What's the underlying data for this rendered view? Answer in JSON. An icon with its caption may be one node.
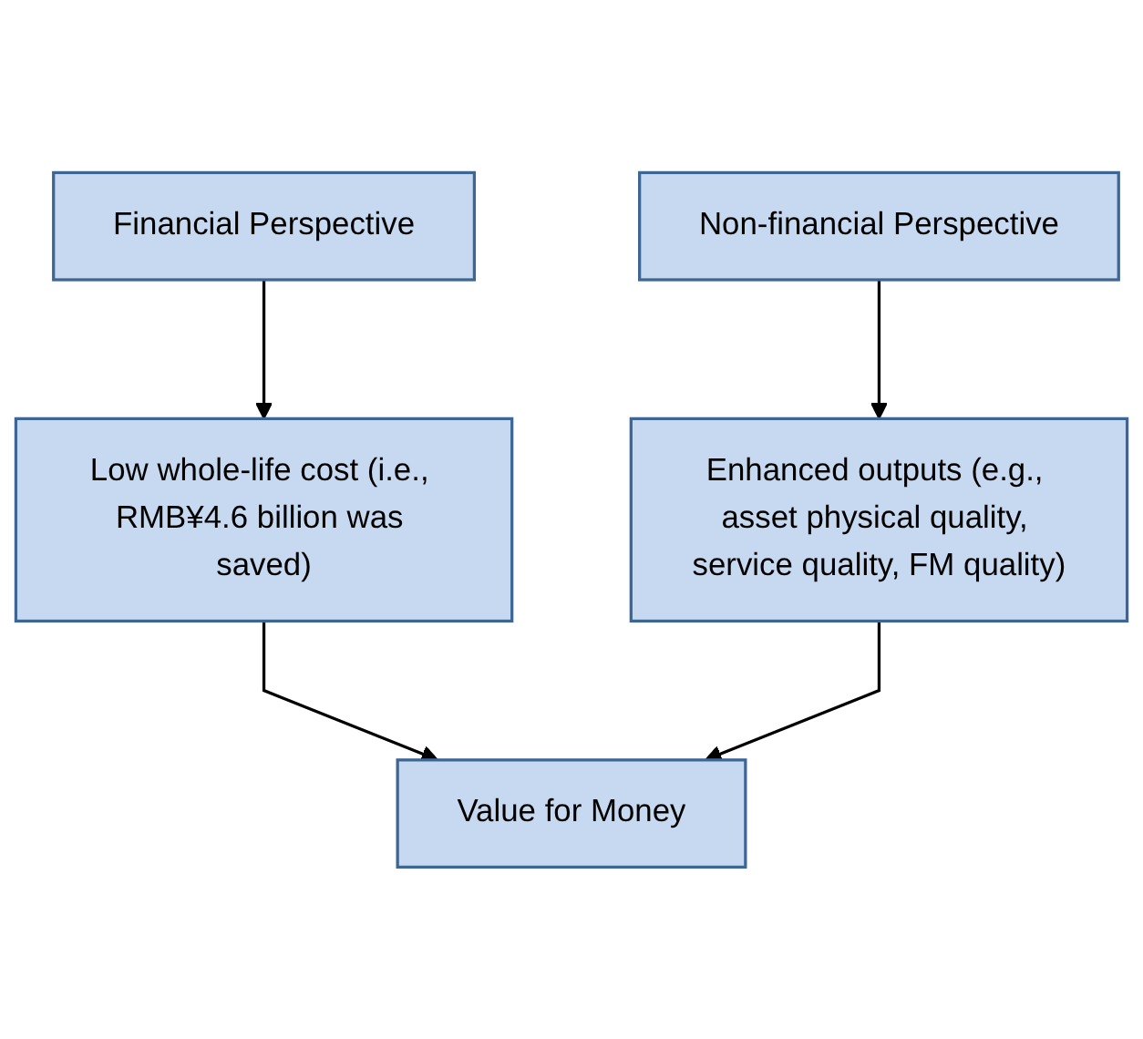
{
  "diagram": {
    "nodes": [
      {
        "text": [
          "Financial Perspective"
        ]
      },
      {
        "text": [
          "Non-financial Perspective"
        ]
      },
      {
        "text": [
          "Low whole-life cost (i.e., RMB¥4.6 billion was saved)"
        ]
      },
      {
        "text": [
          "Enhanced outputs (e.g., asset physical quality, service quality, FM quality)"
        ]
      },
      {
        "text": [
          "Value for Money"
        ]
      }
    ],
    "edges": [
      {
        "from": 0,
        "to": 2,
        "arrow": "to"
      },
      {
        "from": 1,
        "to": 3,
        "arrow": "to"
      },
      {
        "from": 2,
        "to": 4,
        "arrow": "to"
      },
      {
        "from": 3,
        "to": 4,
        "arrow": "to"
      }
    ]
  }
}
